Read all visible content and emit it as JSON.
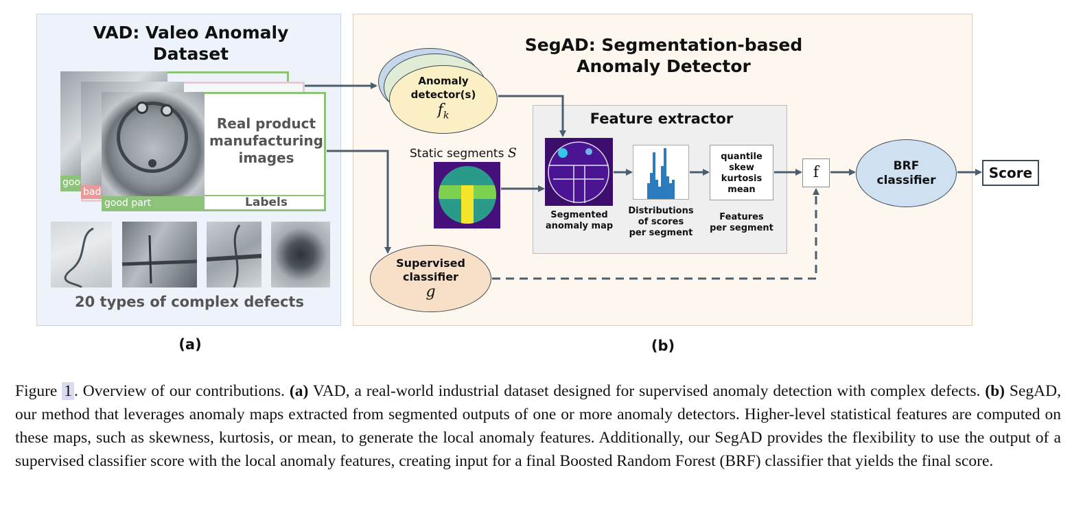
{
  "panel_a": {
    "title_line1": "VAD: Valeo Anomaly",
    "title_line2": "Dataset",
    "tag_good": "good",
    "tag_bad": "bad",
    "tag_good_part": "good part",
    "real_product_line1": "Real product",
    "real_product_line2": "manufacturing",
    "real_product_line3": "images",
    "labels": "Labels",
    "defects_caption": "20 types of complex defects",
    "sublabel": "(a)"
  },
  "panel_b": {
    "title_line1": "SegAD: Segmentation-based",
    "title_line2": "Anomaly Detector",
    "anomaly_detector_line1": "Anomaly",
    "anomaly_detector_line2": "detector(s)",
    "anomaly_detector_symbol": "f",
    "anomaly_detector_sub": "k",
    "static_segments": "Static segments",
    "static_segments_symbol": "S",
    "feature_extractor": "Feature extractor",
    "segmented_map_line1": "Segmented",
    "segmented_map_line2": "anomaly map",
    "distributions_line1": "Distributions",
    "distributions_line2": "of scores",
    "distributions_line3": "per segment",
    "features_list": [
      "quantile",
      "skew",
      "kurtosis",
      "mean"
    ],
    "features_line1": "Features",
    "features_line2": "per segment",
    "f_box": "f",
    "brf_line1": "BRF",
    "brf_line2": "classifier",
    "score": "Score",
    "supervised_line1": "Supervised",
    "supervised_line2": "classifier",
    "supervised_symbol": "g",
    "sublabel": "(b)"
  },
  "caption": {
    "prefix": "Figure ",
    "ref": "1",
    "intro": ". Overview of our contributions. ",
    "a_label": "(a)",
    "a_text": " VAD, a real-world industrial dataset designed for supervised anomaly detection with complex defects. ",
    "b_label": "(b)",
    "b_text": " SegAD, our method that leverages anomaly maps extracted from segmented outputs of one or more anomaly detectors. Higher-level statistical features are computed on these maps, such as skewness, kurtosis, or mean, to generate the local anomaly features. Additionally, our SegAD provides the flexibility to use the output of a supervised classifier score with the local anomaly features, creating input for a final Boosted Random Forest (BRF) classifier that yields the final score."
  },
  "colors": {
    "panel_a_bg": "#eef3fb",
    "panel_b_bg": "#fdf7ef",
    "arrow": "#4a5e6d",
    "label_green": "#8cc27a",
    "label_red": "#e89a9a",
    "label_pink": "#f2c6cf",
    "anomaly_detector_fill": "#fbefc6",
    "brf_fill": "#cfe0f1",
    "supervised_fill": "#f8e0c8"
  }
}
